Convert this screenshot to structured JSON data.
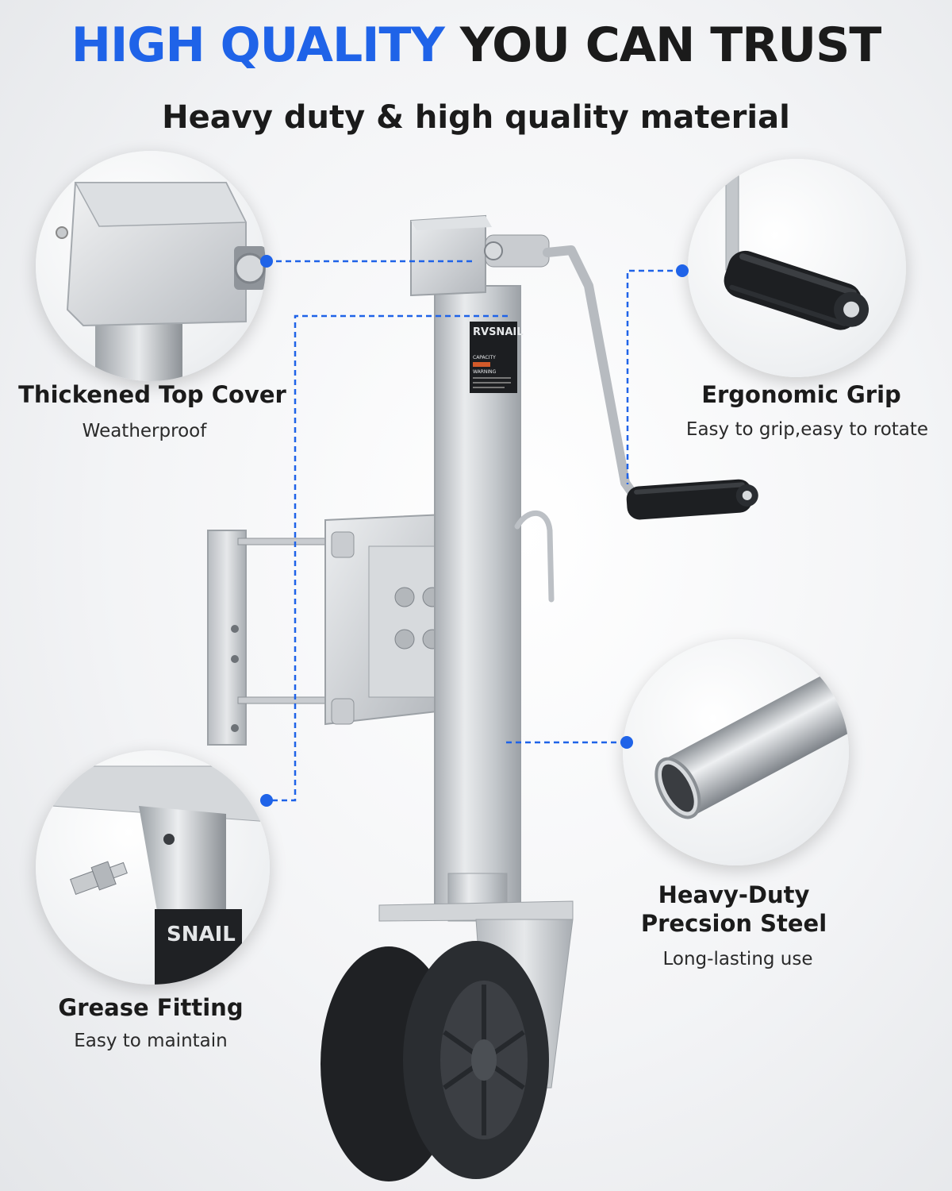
{
  "header": {
    "title_accent": "HIGH QUALITY",
    "title_rest": "YOU CAN TRUST",
    "subtitle": "Heavy duty & high quality material"
  },
  "features": {
    "top_cover": {
      "title": "Thickened Top Cover",
      "subtitle": "Weatherproof"
    },
    "grip": {
      "title": "Ergonomic Grip",
      "subtitle": "Easy to grip,easy to rotate"
    },
    "steel": {
      "title_line1": "Heavy-Duty",
      "title_line2": "Precsion Steel",
      "subtitle": "Long-lasting use"
    },
    "grease": {
      "title": "Grease Fitting",
      "subtitle": "Easy to maintain"
    }
  },
  "product": {
    "brand": "RVSNAIL",
    "brand_partial": "SNAIL",
    "sticker_capacity": "CAPACITY",
    "sticker_warning": "WARNING"
  },
  "colors": {
    "accent": "#1f63e8",
    "dark_text": "#1b1b1b",
    "steel": "#c9cdd2",
    "rubber": "#1d1f22"
  }
}
